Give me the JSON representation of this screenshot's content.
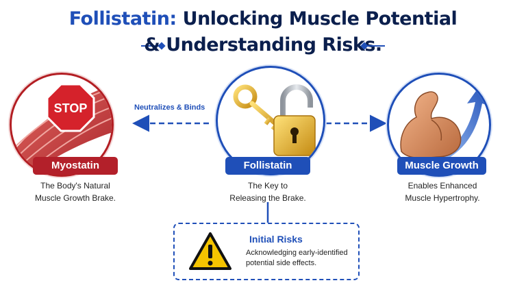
{
  "header": {
    "title_line1_accent": "Follistatin:",
    "title_line1_rest": "Unlocking Muscle Potential",
    "title_line2": "& Understanding Risks."
  },
  "nodes": [
    {
      "label": "Myostatin",
      "desc_line1": "The Body's Natural",
      "desc_line2": "Muscle Growth Brake.",
      "icon": "stop-sign-muscle-icon",
      "color": "#b3202a"
    },
    {
      "label": "Follistatin",
      "desc_line1": "The Key to",
      "desc_line2": "Releasing the Brake.",
      "icon": "key-padlock-icon",
      "color": "#1f4fb8"
    },
    {
      "label": "Muscle Growth",
      "desc_line1": "Enables Enhanced",
      "desc_line2": "Muscle Hypertrophy.",
      "icon": "flexed-arm-arrow-icon",
      "color": "#1f4fb8"
    }
  ],
  "connector": {
    "label": "Neutralizes & Binds"
  },
  "risks": {
    "title": "Initial Risks",
    "desc_line1": "Acknowledging early-identified",
    "desc_line2": "potential side effects.",
    "icon": "warning-triangle-icon"
  },
  "colors": {
    "accent_blue": "#1f4fb8",
    "accent_red": "#b3202a",
    "navy": "#0b1f4d",
    "warning_yellow": "#f5c400"
  }
}
